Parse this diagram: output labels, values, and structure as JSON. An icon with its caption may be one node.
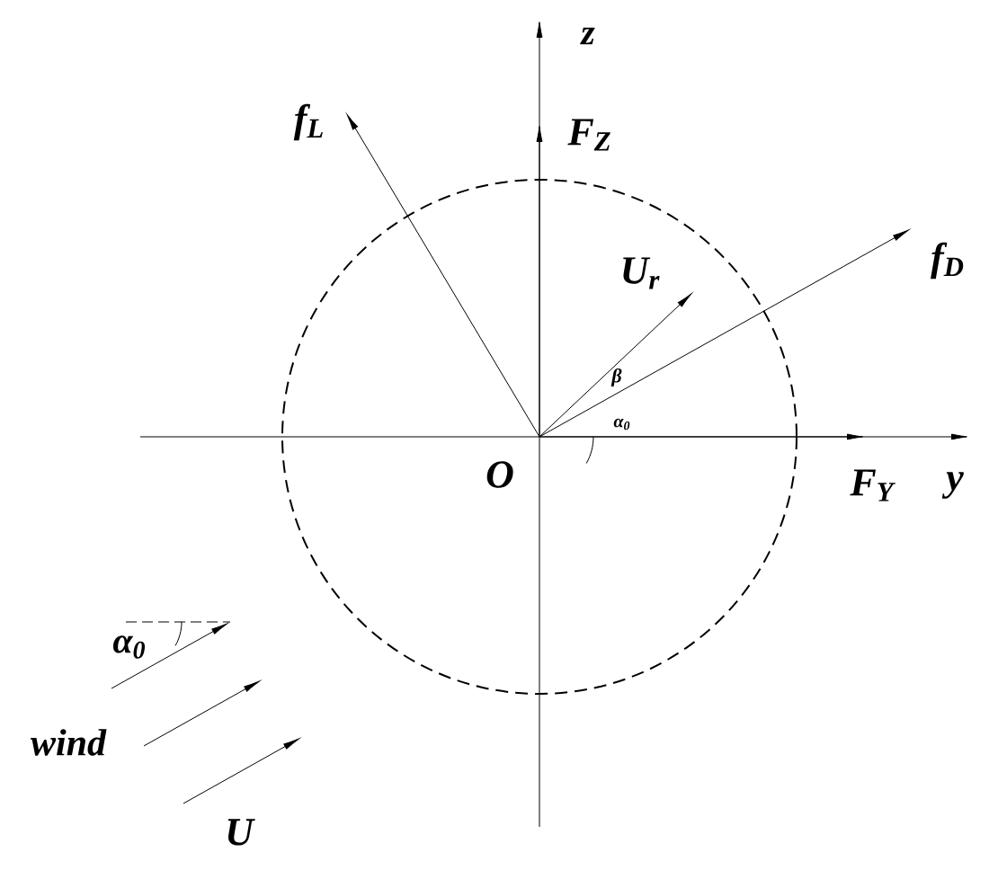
{
  "diagram": {
    "labels": [
      "z",
      "f$_{L}$",
      "F$_{Z}$",
      "U$_{r}$",
      "f$_{D}$",
      "β",
      "α$_{0}$",
      "O",
      "F$_{Y}$",
      "y",
      "α$_{0}$",
      "wind",
      "U"
    ]
  }
}
